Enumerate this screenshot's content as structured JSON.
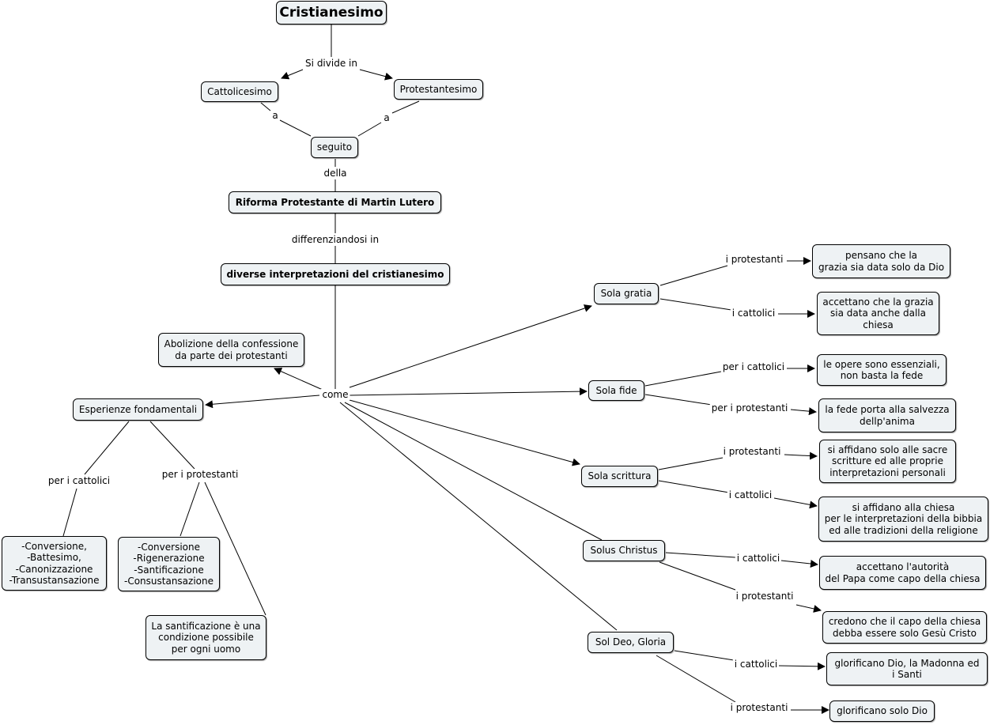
{
  "nodes": {
    "cristianesimo": "Cristianesimo",
    "cattolicesimo": "Cattolicesimo",
    "protestantesimo": "Protestantesimo",
    "seguito": "seguito",
    "riforma": "Riforma Protestante di Martin Lutero",
    "interpretazioni": "diverse interpretazioni del cristianesimo",
    "abolizione": "Abolizione della confessione\nda parte dei protestanti",
    "esperienze": "Esperienze fondamentali",
    "cattolici_lista": "-Conversione,\n-Battesimo,\n-Canonizzazione\n-Transustansazione",
    "protestanti_lista": "-Conversione\n-Rigenerazione\n-Santificazione\n-Consustansazione",
    "santificazione": "La santificazione è una\ncondizione possibile\nper ogni uomo",
    "sola_gratia": "Sola gratia",
    "sola_fide": "Sola fide",
    "sola_scrittura": "Sola scrittura",
    "solus_christus": "Solus Christus",
    "sol_deo": "Sol Deo, Gloria",
    "gratia_prot": "pensano che la\ngrazia sia data solo da Dio",
    "gratia_catt": "accettano che la grazia\nsia data anche dalla\nchiesa",
    "fide_catt": "le opere sono essenziali,\nnon basta la fede",
    "fide_prot": "la fede porta alla salvezza\ndellp'anima",
    "scrittura_prot": "si affidano solo alle sacre\nscritture ed alle proprie\ninterpretazioni personali",
    "scrittura_catt": "si affidano alla chiesa\nper le interpretazioni della bibbia\ned alle tradizioni della religione",
    "christus_catt": "accettano l'autorità\ndel Papa come capo della chiesa",
    "christus_prot": "credono che il capo della chiesa\ndebba essere solo Gesù Cristo",
    "deo_catt": "glorificano Dio, la Madonna ed\ni Santi",
    "deo_prot": "glorificano solo Dio"
  },
  "links": {
    "si_divide_in": "Si divide in",
    "a_left": "a",
    "a_right": "a",
    "della": "della",
    "differenziandosi_in": "differenziandosi in",
    "come": "come",
    "per_i_cattolici": "per i cattolici",
    "per_i_protestanti": "per i protestanti",
    "gratia_i_protestanti": "i protestanti",
    "gratia_i_cattolici": "i cattolici",
    "fide_per_i_cattolici": "per i cattolici",
    "fide_per_i_protestanti": "per i protestanti",
    "scrittura_i_protestanti": "i protestanti",
    "scrittura_i_cattolici": "i cattolici",
    "christus_i_cattolici": "i cattolici",
    "christus_i_protestanti": "i protestanti",
    "deo_i_cattolici": "i cattolici",
    "deo_i_protestanti": "i protestanti"
  }
}
